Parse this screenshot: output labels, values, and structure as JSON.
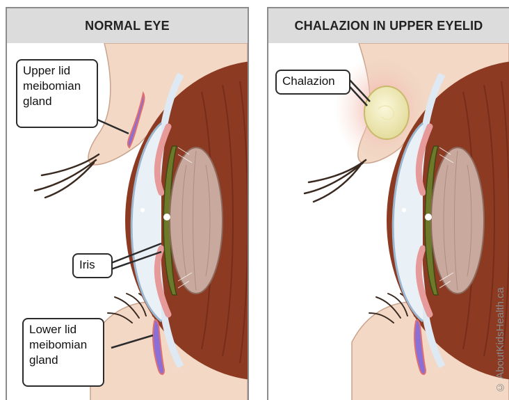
{
  "panels": {
    "left": {
      "title": "NORMAL EYE"
    },
    "right": {
      "title": "CHALAZION IN UPPER EYELID"
    }
  },
  "labels": {
    "upper_gland": "Upper lid\nmeibomian\ngland",
    "iris": "Iris",
    "lower_gland": "Lower lid\nmeibomian\ngland",
    "chalazion": "Chalazion"
  },
  "watermark": "© AboutKidsHealth.ca",
  "colors": {
    "skin": "#f2d8c5",
    "eyeball_wall": "#8c3a22",
    "iris": "#6d7a2a",
    "lens": "#c9a99d",
    "cornea": "#dbe8f2",
    "gland": "#8a6fd6",
    "chalazion": "#f3efc4",
    "inflammation": "#f5a6a6"
  }
}
